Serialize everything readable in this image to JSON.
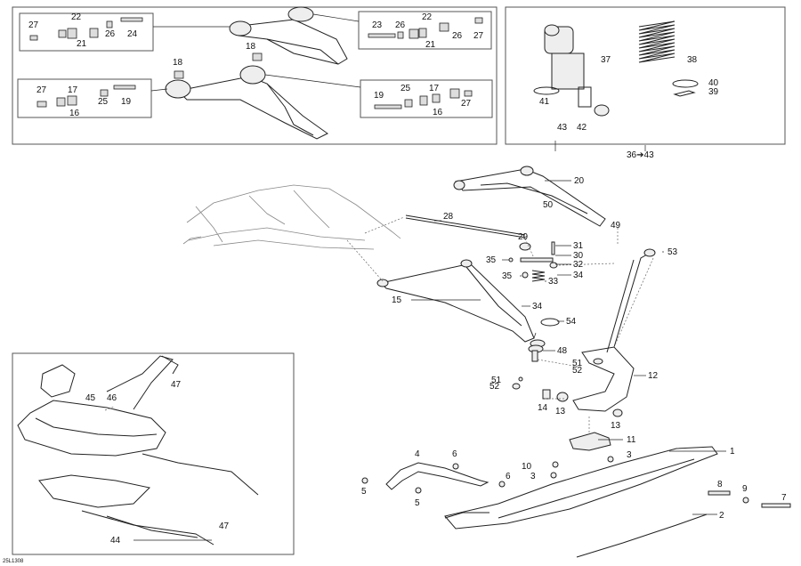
{
  "diagram": {
    "drawing_code": "25L1308",
    "labels": {
      "p1": "1",
      "p2": "2",
      "p3": "3",
      "p4": "4",
      "p5": "5",
      "p6": "6",
      "p7": "7",
      "p8": "8",
      "p9": "9",
      "p10": "10",
      "p11": "11",
      "p12": "12",
      "p13": "13",
      "p14": "14",
      "p15": "15",
      "p16": "16",
      "p17": "17",
      "p18": "18",
      "p19": "19",
      "p20": "20",
      "p21": "21",
      "p22": "22",
      "p23": "23",
      "p24": "24",
      "p25": "25",
      "p26": "26",
      "p27": "27",
      "p28": "28",
      "p29": "29",
      "p30": "30",
      "p31": "31",
      "p32": "32",
      "p33": "33",
      "p34": "34",
      "p35": "35",
      "p36_43": "36➔43",
      "p37": "37",
      "p38": "38",
      "p39": "39",
      "p40": "40",
      "p41": "41",
      "p42": "42",
      "p43": "43",
      "p44": "44",
      "p45": "45",
      "p46": "46",
      "p47": "47",
      "p48": "48",
      "p49": "49",
      "p50": "50",
      "p51": "51",
      "p52": "52",
      "p53": "53",
      "p54": "54"
    }
  }
}
